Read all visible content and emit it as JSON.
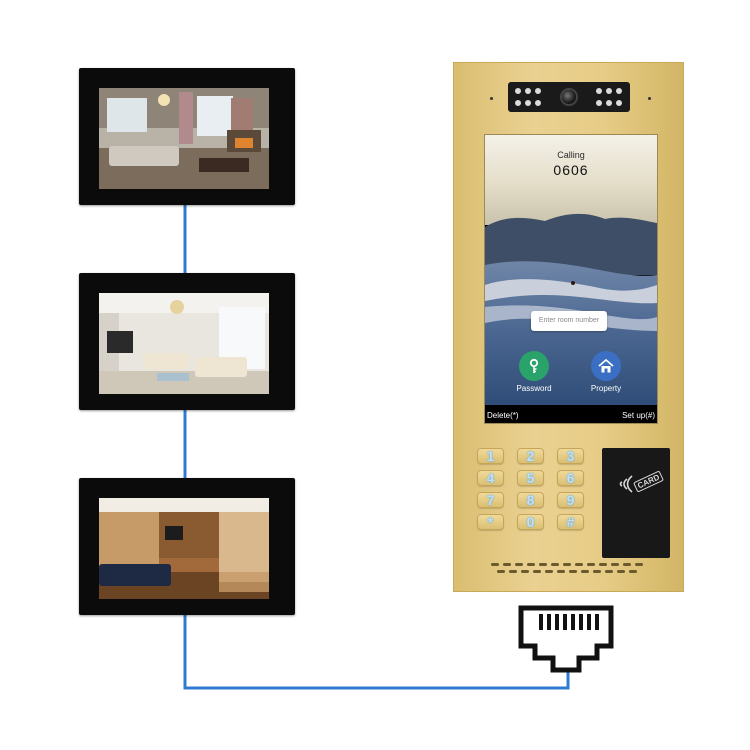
{
  "door_station": {
    "screen": {
      "status_label": "Calling",
      "room_number": "0606",
      "input_placeholder": "Enter room number",
      "apps": [
        {
          "label": "Password",
          "icon": "key-icon",
          "color": "#2aa36b"
        },
        {
          "label": "Property",
          "icon": "home-icon",
          "color": "#3a6fc4"
        }
      ],
      "softkeys": {
        "left": "Delete(*)",
        "right": "Set up(#)"
      }
    },
    "keypad": [
      "1",
      "2",
      "3",
      "4",
      "5",
      "6",
      "7",
      "8",
      "9",
      "*",
      "0",
      "#"
    ],
    "card_reader_label": "CARD"
  },
  "indoor_monitors": [
    {
      "name": "monitor-1",
      "scene": "living-room-dusk"
    },
    {
      "name": "monitor-2",
      "scene": "living-room-bright"
    },
    {
      "name": "monitor-3",
      "scene": "wooden-loft"
    }
  ],
  "colors": {
    "cable": "#2f7bd1",
    "panel_gold": "#e6cc86",
    "keypad_glyph": "#bfe0f5"
  },
  "icons": [
    "rj45-connector-icon",
    "nfc-wave-icon",
    "key-icon",
    "home-icon",
    "camera-lens-icon"
  ]
}
